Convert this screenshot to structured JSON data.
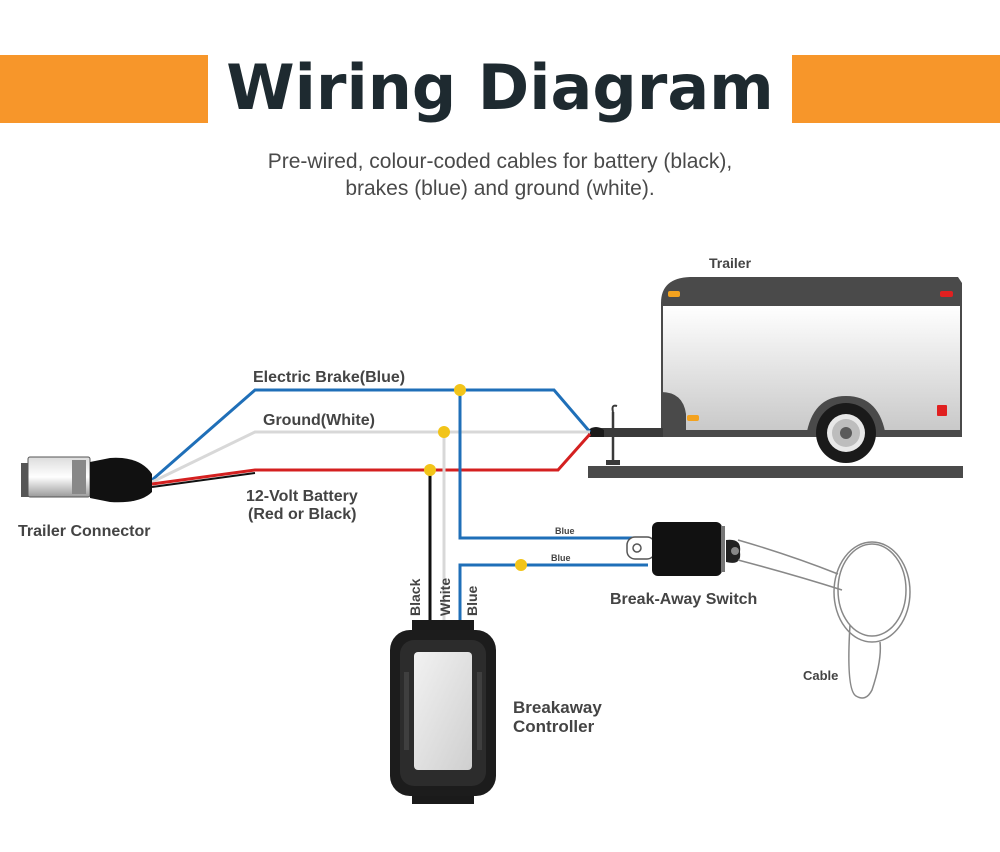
{
  "header": {
    "title": "Wiring Diagram",
    "subtitle_line1": "Pre-wired, colour-coded cables for battery (black),",
    "subtitle_line2": "brakes (blue) and ground (white)."
  },
  "labels": {
    "trailer": "Trailer",
    "electric_brake": "Electric Brake(Blue)",
    "ground": "Ground(White)",
    "battery_line1": "12-Volt Battery",
    "battery_line2": "(Red or Black)",
    "trailer_connector": "Trailer Connector",
    "wire_black": "Black",
    "wire_white": "White",
    "wire_blue": "Blue",
    "blue_upper": "Blue",
    "blue_lower": "Blue",
    "breakaway_switch": "Break-Away Switch",
    "cable": "Cable",
    "controller_line1": "Breakaway",
    "controller_line2": "Controller"
  },
  "colors": {
    "accent": "#f7962a",
    "title": "#1e2a30",
    "wire_blue": "#1f6fb8",
    "wire_white": "#d8d8d8",
    "wire_red": "#d42020",
    "wire_black": "#111111",
    "junction": "#f2c419"
  }
}
